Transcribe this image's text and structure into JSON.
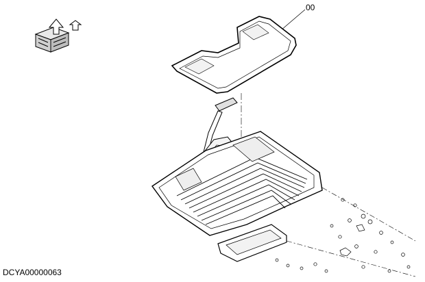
{
  "diagram": {
    "callout_label": "00",
    "drawing_code": "DCYA00000063",
    "parts": [
      "orientation-cube-icon",
      "floor-mat",
      "floor-plate",
      "pedal-bracket",
      "side-tray"
    ],
    "colors": {
      "line": "#000000",
      "background": "#ffffff"
    }
  }
}
